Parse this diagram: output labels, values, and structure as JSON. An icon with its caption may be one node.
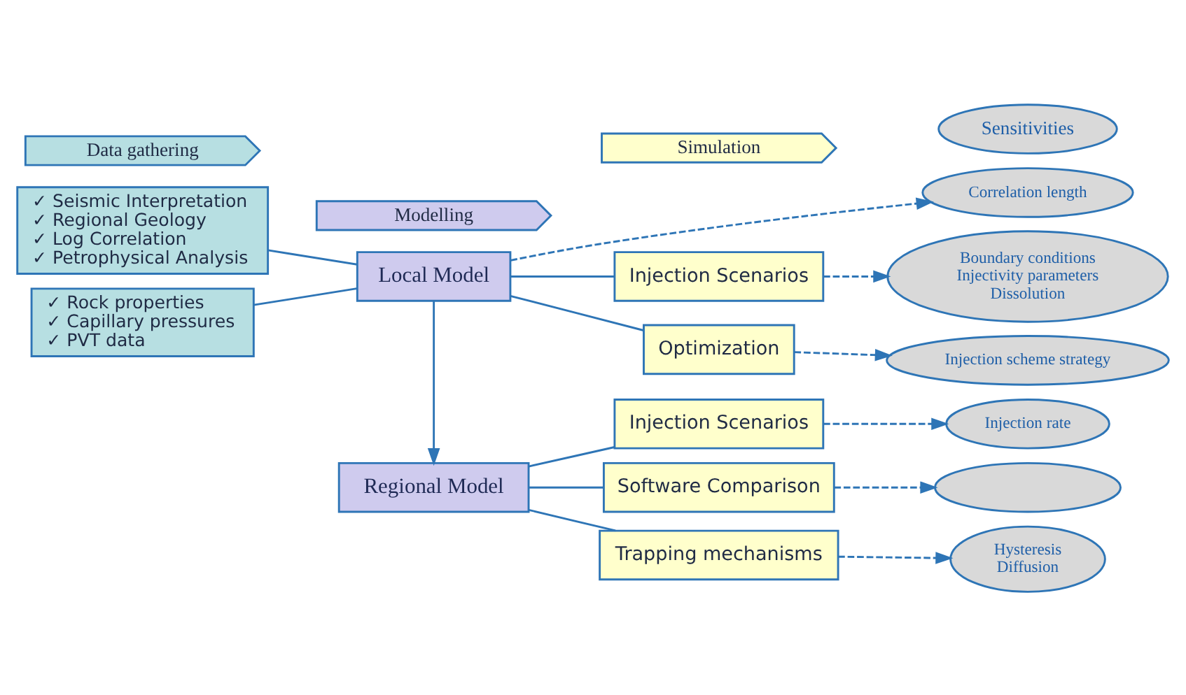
{
  "diagram": {
    "nodes": [
      {
        "text": [
          "✓ Seismic Interpretation",
          "✓ Regional Geology",
          "✓ Log Correlation",
          "✓ Petrophysical Analysis"
        ]
      },
      {
        "text": [
          "✓ Rock properties",
          "✓ Capillary pressures",
          "✓ PVT data"
        ]
      },
      {
        "text": [
          "Local Model"
        ]
      },
      {
        "text": [
          "Regional Model"
        ]
      },
      {
        "text": [
          "Correlation length"
        ]
      },
      {
        "text": [
          "Injection Scenarios"
        ]
      },
      {
        "text": [
          "Optimization"
        ]
      },
      {
        "text": [
          "Boundary conditions",
          "Injectivity parameters",
          "Dissolution"
        ]
      },
      {
        "text": [
          "Injection scheme strategy"
        ]
      },
      {
        "text": [
          "Injection Scenarios"
        ]
      },
      {
        "text": [
          "Software Comparison"
        ]
      },
      {
        "text": [
          "Trapping mechanisms"
        ]
      },
      {
        "text": [
          "Injection rate"
        ]
      },
      {
        "text": [],
        "shape": "ellipse"
      },
      {
        "text": [
          "Hysteresis",
          "Diffusion"
        ]
      },
      {
        "text": [
          "Data gathering"
        ]
      },
      {
        "text": [
          "Modelling"
        ]
      },
      {
        "text": [
          "Simulation"
        ]
      },
      {
        "text": [
          "Sensitivities"
        ]
      }
    ],
    "edges": [
      {
        "from": 0,
        "to": 2,
        "arrow": "none"
      },
      {
        "from": 1,
        "to": 2,
        "arrow": "none"
      },
      {
        "from": 2,
        "to": 4,
        "arrow": "to",
        "style": "dashed"
      },
      {
        "from": 2,
        "to": 3,
        "arrow": "to"
      },
      {
        "from": 2,
        "to": 5,
        "arrow": "none"
      },
      {
        "from": 2,
        "to": 6,
        "arrow": "none"
      },
      {
        "from": 5,
        "to": 7,
        "arrow": "to",
        "style": "dashed"
      },
      {
        "from": 6,
        "to": 8,
        "arrow": "to",
        "style": "dashed"
      },
      {
        "from": 3,
        "to": 9,
        "arrow": "none"
      },
      {
        "from": 3,
        "to": 10,
        "arrow": "none"
      },
      {
        "from": 3,
        "to": 11,
        "arrow": "none"
      },
      {
        "from": 9,
        "to": 12,
        "arrow": "to",
        "style": "dashed"
      },
      {
        "from": 10,
        "to": 13,
        "arrow": "to",
        "style": "dashed"
      },
      {
        "from": 11,
        "to": 14,
        "arrow": "to",
        "style": "dashed"
      }
    ]
  }
}
